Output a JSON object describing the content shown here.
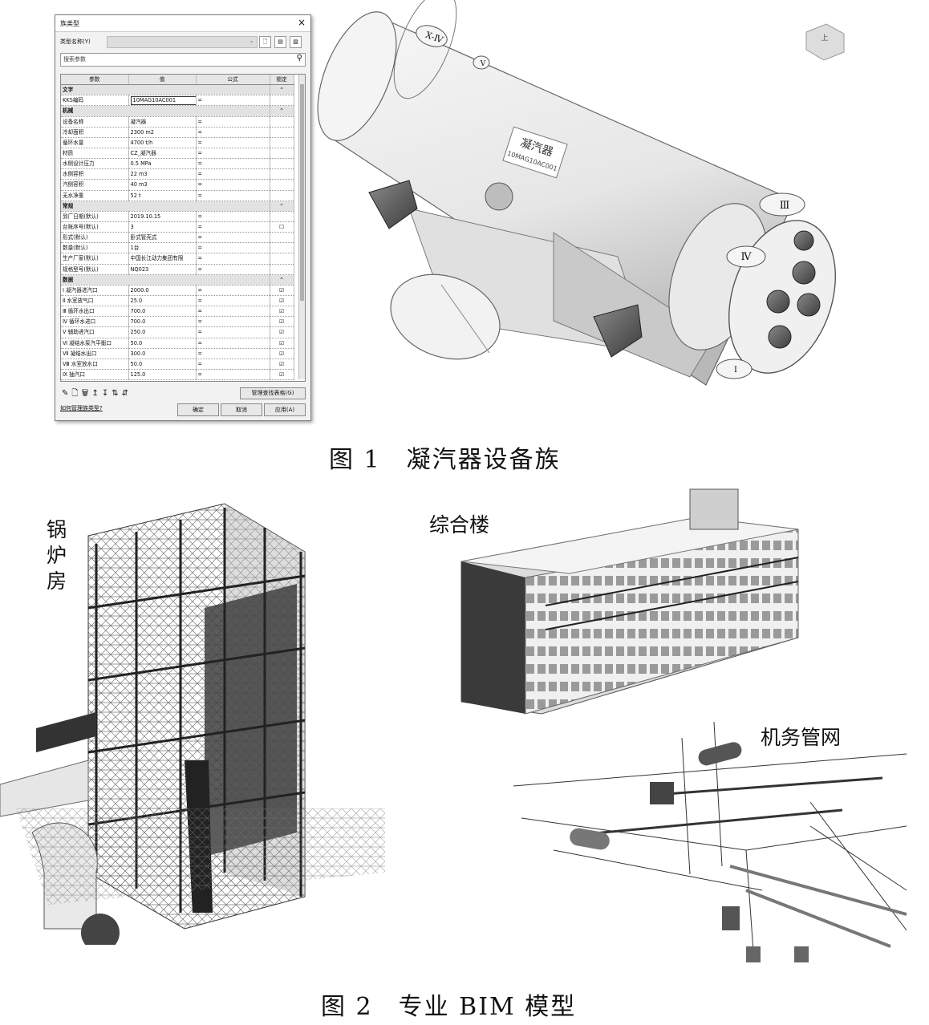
{
  "figure1": {
    "caption": "图 1　凝汽器设备族",
    "dialog": {
      "title": "族类型",
      "close_label": "×",
      "type_name_label": "类型名称(Y)",
      "search_placeholder": "搜索参数",
      "columns": [
        "参数",
        "值",
        "公式",
        "锁定"
      ],
      "groups": [
        {
          "name": "文字",
          "rows": [
            {
              "param": "KKS编码",
              "value": "10MAG10AC001",
              "formula": "=",
              "lock": ""
            }
          ]
        },
        {
          "name": "机械",
          "rows": [
            {
              "param": "设备名称",
              "value": "凝汽器",
              "formula": "=",
              "lock": ""
            },
            {
              "param": "冷却面积",
              "value": "2300 m2",
              "formula": "=",
              "lock": ""
            },
            {
              "param": "循环水量",
              "value": "4700 t/h",
              "formula": "=",
              "lock": ""
            },
            {
              "param": "材质",
              "value": "CZ_凝汽器",
              "formula": "=",
              "lock": ""
            },
            {
              "param": "水侧设计压力",
              "value": "0.5 MPa",
              "formula": "=",
              "lock": ""
            },
            {
              "param": "水侧容积",
              "value": "22 m3",
              "formula": "=",
              "lock": ""
            },
            {
              "param": "汽侧容积",
              "value": "40 m3",
              "formula": "=",
              "lock": ""
            },
            {
              "param": "无水净重",
              "value": "52 t",
              "formula": "=",
              "lock": ""
            }
          ]
        },
        {
          "name": "常规",
          "rows": [
            {
              "param": "到厂日期(默认)",
              "value": "2019.10.15",
              "formula": "=",
              "lock": ""
            },
            {
              "param": "台账序号(默认)",
              "value": "3",
              "formula": "=",
              "lock": "☐"
            },
            {
              "param": "形式(默认)",
              "value": "卧式管壳式",
              "formula": "=",
              "lock": ""
            },
            {
              "param": "数量(默认)",
              "value": "1台",
              "formula": "=",
              "lock": ""
            },
            {
              "param": "生产厂家(默认)",
              "value": "中国长江动力集团有限",
              "formula": "=",
              "lock": ""
            },
            {
              "param": "规格型号(默认)",
              "value": "NQ023",
              "formula": "=",
              "lock": ""
            }
          ]
        },
        {
          "name": "数据",
          "rows": [
            {
              "param": "Ⅰ 凝汽器进汽口",
              "value": "2000.0",
              "formula": "=",
              "lock": "☑"
            },
            {
              "param": "Ⅱ 水室放气口",
              "value": "25.0",
              "formula": "=",
              "lock": "☑"
            },
            {
              "param": "Ⅲ 循环水出口",
              "value": "700.0",
              "formula": "=",
              "lock": "☑"
            },
            {
              "param": "Ⅳ 循环水进口",
              "value": "700.0",
              "formula": "=",
              "lock": "☑"
            },
            {
              "param": "Ⅴ 辅助进汽口",
              "value": "250.0",
              "formula": "=",
              "lock": "☑"
            },
            {
              "param": "Ⅵ 凝结水泵汽平衡口",
              "value": "50.0",
              "formula": "=",
              "lock": "☑"
            },
            {
              "param": "Ⅶ 凝结水出口",
              "value": "300.0",
              "formula": "=",
              "lock": "☑"
            },
            {
              "param": "Ⅷ 水室放水口",
              "value": "50.0",
              "formula": "=",
              "lock": "☑"
            },
            {
              "param": "Ⅸ 抽汽口",
              "value": "125.0",
              "formula": "=",
              "lock": "☑"
            }
          ]
        }
      ],
      "manage_lookup_label": "管理查找表格(G)",
      "help_link": "如何管理族类型?",
      "ok_label": "确定",
      "cancel_label": "取消",
      "apply_label": "应用(A)"
    },
    "condenser_nameplate": {
      "name": "凝汽器",
      "code": "10MAG10AC001"
    },
    "port_labels": [
      "X-Ⅳ",
      "Ⅴ",
      "Ⅲ",
      "Ⅳ",
      "Ⅰ"
    ],
    "view_cube_label": "上"
  },
  "figure2": {
    "caption": "图 2　专业 BIM 模型",
    "labels": {
      "boiler": "锅\n炉\n房",
      "building": "综合楼",
      "piping": "机务管网"
    }
  }
}
